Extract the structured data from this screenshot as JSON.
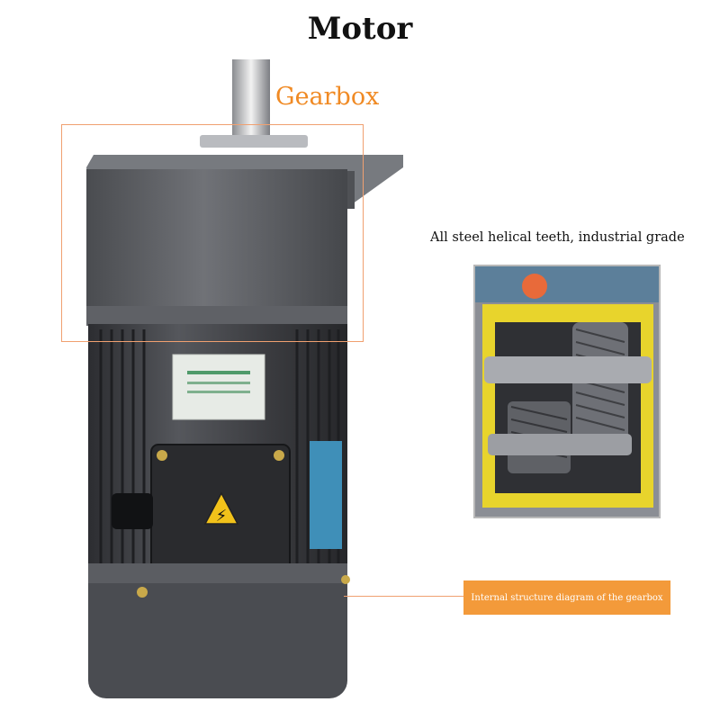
{
  "title": "Motor",
  "gearbox_label": "Gearbox",
  "inset_caption": "All steel helical teeth, industrial grade",
  "callout_label": "Internal structure diagram of the gearbox",
  "colors": {
    "accent": "#f39a3a",
    "label_orange": "#f08a24",
    "motor_body": "#3d3e42",
    "gearbox_housing": "#5a5c60",
    "inset_yellow": "#e8d42c"
  },
  "icons": {
    "warning": "warning-triangle-icon"
  }
}
